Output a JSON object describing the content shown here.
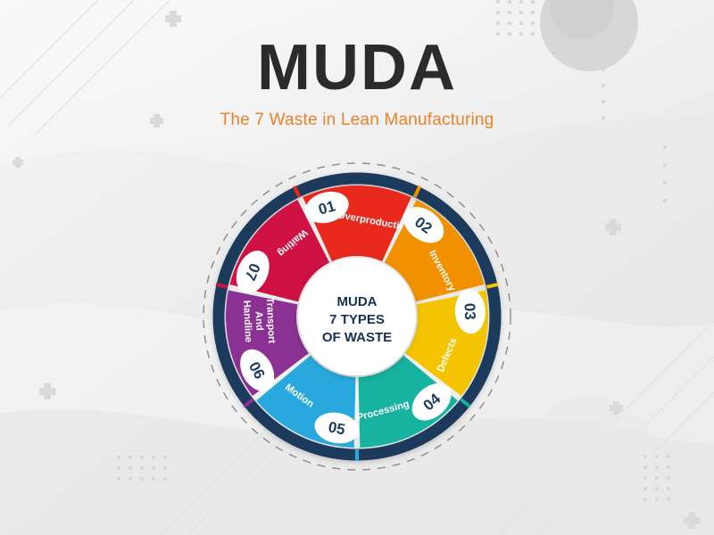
{
  "header": {
    "title": "MUDA",
    "subtitle": "The 7 Waste in Lean Manufacturing",
    "title_color": "#2b2b2b",
    "subtitle_color": "#e8832a"
  },
  "wheel": {
    "hub": {
      "line1": "MUDA",
      "line2": "7 TYPES",
      "line3": "OF WASTE",
      "text_color": "#16305a",
      "fill": "#ffffff"
    },
    "ring_color": "#1d3b5c",
    "dashed_ring_color": "#7a7a7a",
    "segments": [
      {
        "number": "01",
        "label": "Overproduction",
        "color": "#e8291c"
      },
      {
        "number": "02",
        "label": "Inventory",
        "color": "#f29100"
      },
      {
        "number": "03",
        "label": "Defects",
        "color": "#f5c400"
      },
      {
        "number": "04",
        "label": "Processing",
        "color": "#16b3a0"
      },
      {
        "number": "05",
        "label": "Motion",
        "color": "#28a8dc"
      },
      {
        "number": "06",
        "label": "Transport And Handline",
        "color": "#8b3193",
        "label_lines": [
          "Transport",
          "And",
          "Handline"
        ]
      },
      {
        "number": "07",
        "label": "Waiting",
        "color": "#cf1144"
      }
    ]
  },
  "background": {
    "base_color": "#efefef",
    "plus_color": "#d8d8d8",
    "dot_color": "#d9d9d9",
    "blob_color": "#d5d5d5"
  }
}
